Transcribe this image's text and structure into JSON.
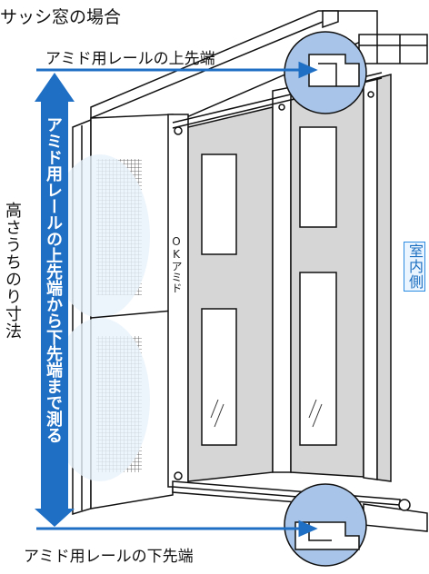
{
  "title": "サッシ窓の場合",
  "labels": {
    "rail_top": "アミド用レールの上先端",
    "rail_bottom": "アミド用レールの下先端",
    "height": "高さうちのり寸法",
    "measure": "アミド用レールの上先端から下先端まで測る",
    "indoor": "室内側",
    "ok_amido": "OKアミド"
  },
  "colors": {
    "accent_blue": "#1f6fc5",
    "circle_fill": "#a8c4e8",
    "screen_gray": "#d6d6d6",
    "indoor_border": "#2a8be0"
  }
}
